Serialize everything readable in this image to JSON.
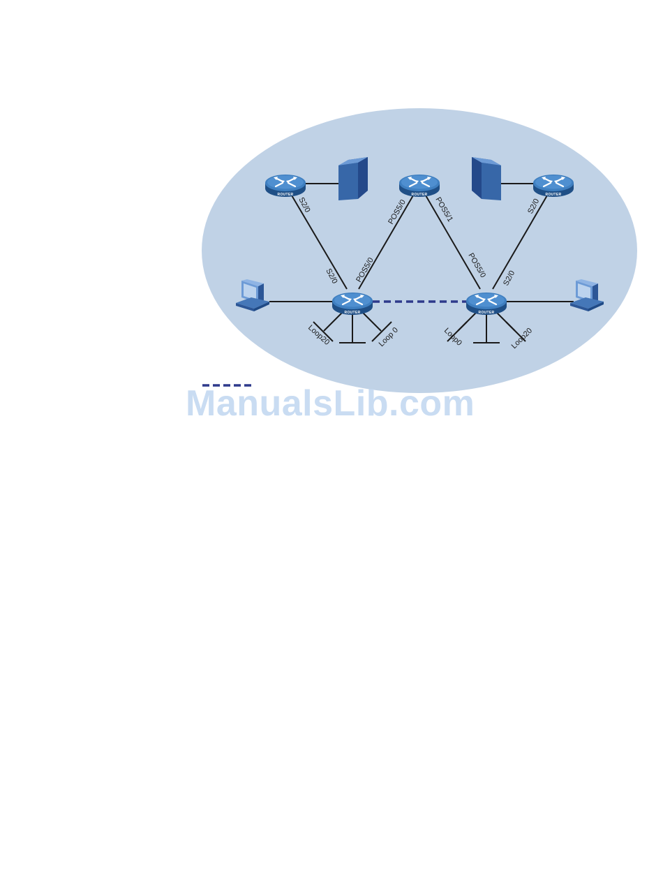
{
  "devices": {
    "router_label": "ROUTER"
  },
  "ports": {
    "s20_top_left": "S2/0",
    "s20_center_left": "S2/0",
    "pos50_center_left": "POS5/0",
    "pos50_top_middle": "POS5/0",
    "pos51_top_middle": "POS5/1",
    "pos50_center_right": "POS5/0",
    "s20_center_right": "S2/0",
    "s20_top_right": "S2/0",
    "loop20_left": "Loop20",
    "loop0_left": "Loop 0",
    "loop0_right": "Loop0",
    "loop20_right": "Loop20"
  },
  "watermark": "ManualsLib.com",
  "colors": {
    "cloud": "#c0d2e6",
    "router_blue": "#2f6aa8",
    "server_blue": "#2f5d9e",
    "link": "#1a1a1a",
    "dashed_link": "#2e3a8c",
    "watermark": "#c9dcf2"
  }
}
